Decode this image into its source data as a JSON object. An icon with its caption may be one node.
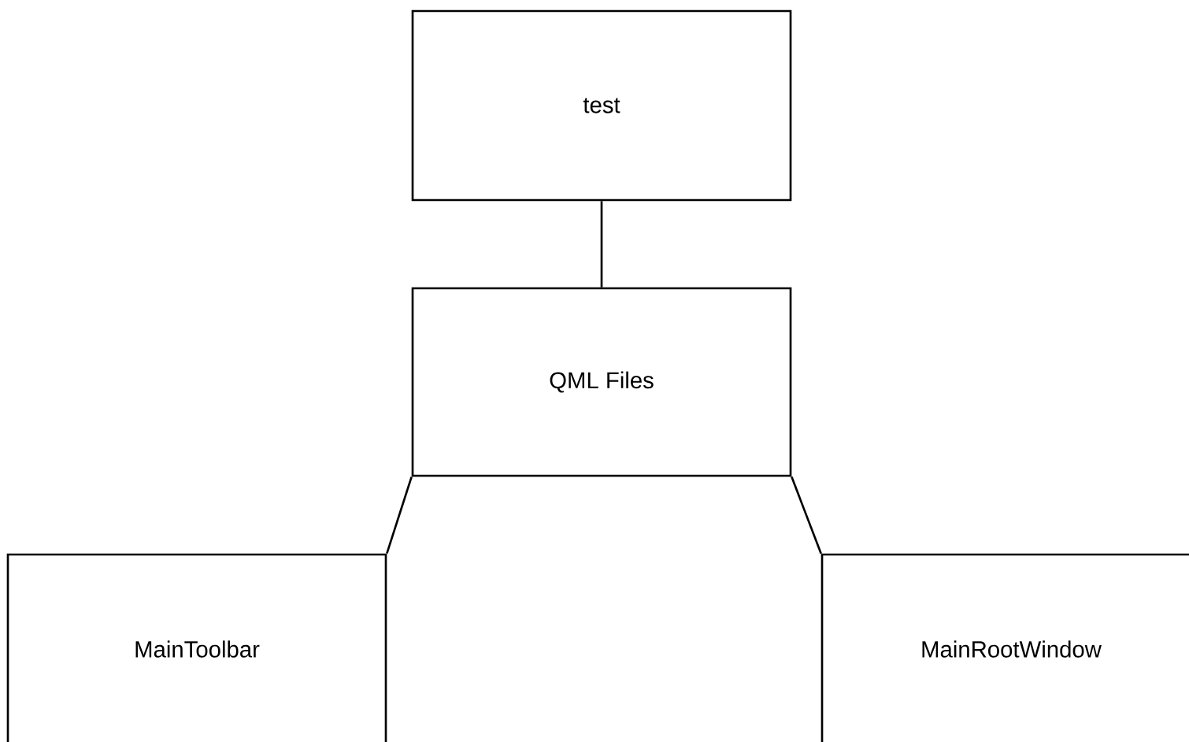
{
  "diagram": {
    "nodes": [
      {
        "text": [
          "test"
        ]
      },
      {
        "text": [
          "QML Files"
        ]
      },
      {
        "text": [
          "MainToolbar"
        ]
      },
      {
        "text": [
          "MainRootWindow"
        ]
      }
    ],
    "edges": [
      {
        "from": 0,
        "to": 1,
        "arrow": "none"
      },
      {
        "from": 1,
        "to": 2,
        "arrow": "none"
      },
      {
        "from": 1,
        "to": 3,
        "arrow": "none"
      }
    ]
  }
}
